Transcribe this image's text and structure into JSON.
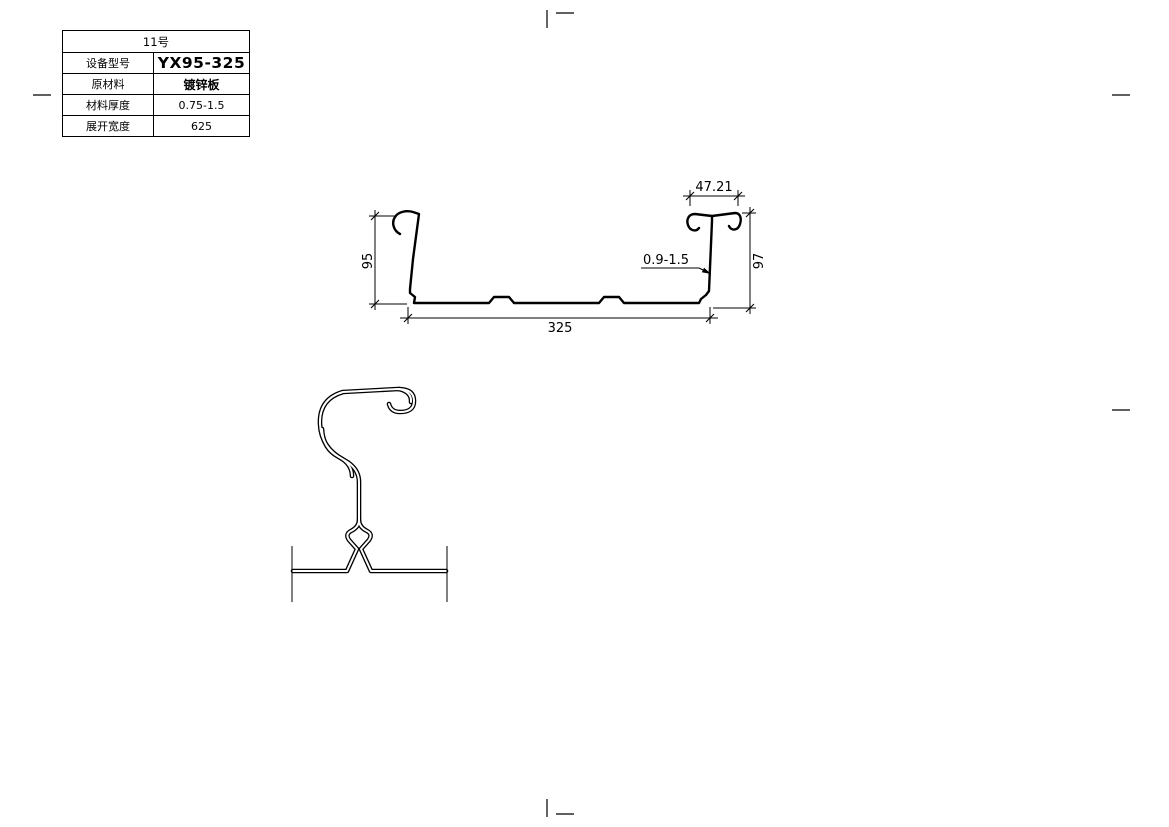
{
  "colors": {
    "ink": "#000000",
    "paper": "#ffffff"
  },
  "spec_table": {
    "row_no": "11号",
    "rows": [
      {
        "label": "设备型号",
        "value": "YX95-325"
      },
      {
        "label": "原材料",
        "value": "镀锌板"
      },
      {
        "label": "材料厚度",
        "value": "0.75-1.5"
      },
      {
        "label": "展开宽度",
        "value": "625"
      }
    ]
  },
  "profile": {
    "top_width": "47.21",
    "left_height": "95",
    "right_height": "97",
    "thickness": "0.9-1.5",
    "bottom_width": "325"
  }
}
